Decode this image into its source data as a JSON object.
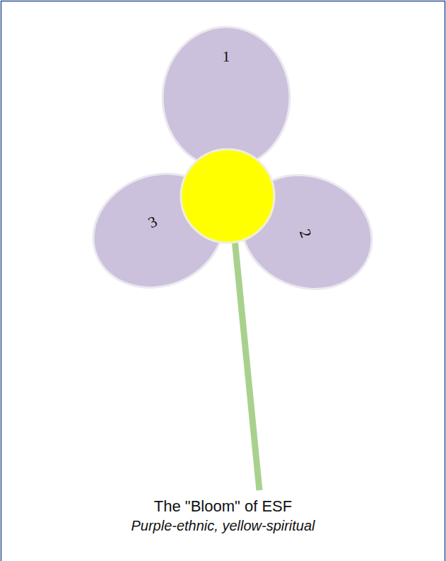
{
  "diagram": {
    "caption": "The \"Bloom\" of ESF",
    "nodes": [
      {
        "text": [
          "1"
        ]
      },
      {
        "text": [
          "3"
        ]
      },
      {
        "text": [
          "2"
        ]
      }
    ],
    "labels": [
      "Purple-ethnic, yellow-spiritual"
    ]
  }
}
